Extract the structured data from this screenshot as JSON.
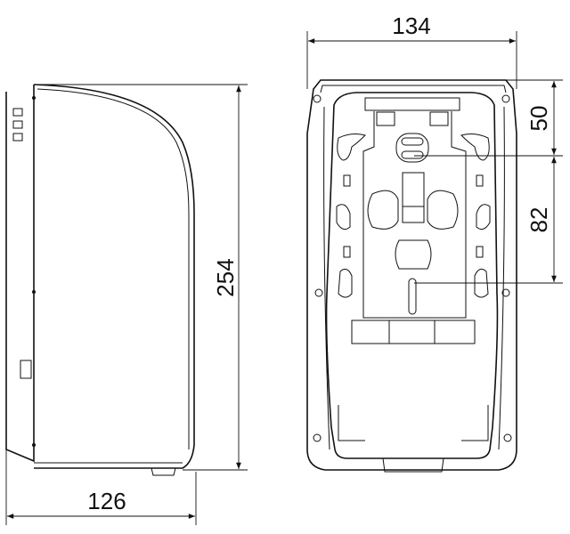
{
  "dimensions": {
    "width_side": "126",
    "height": "254",
    "width_front": "134",
    "top_to_upper_hole": "50",
    "hole_spacing": "82"
  }
}
